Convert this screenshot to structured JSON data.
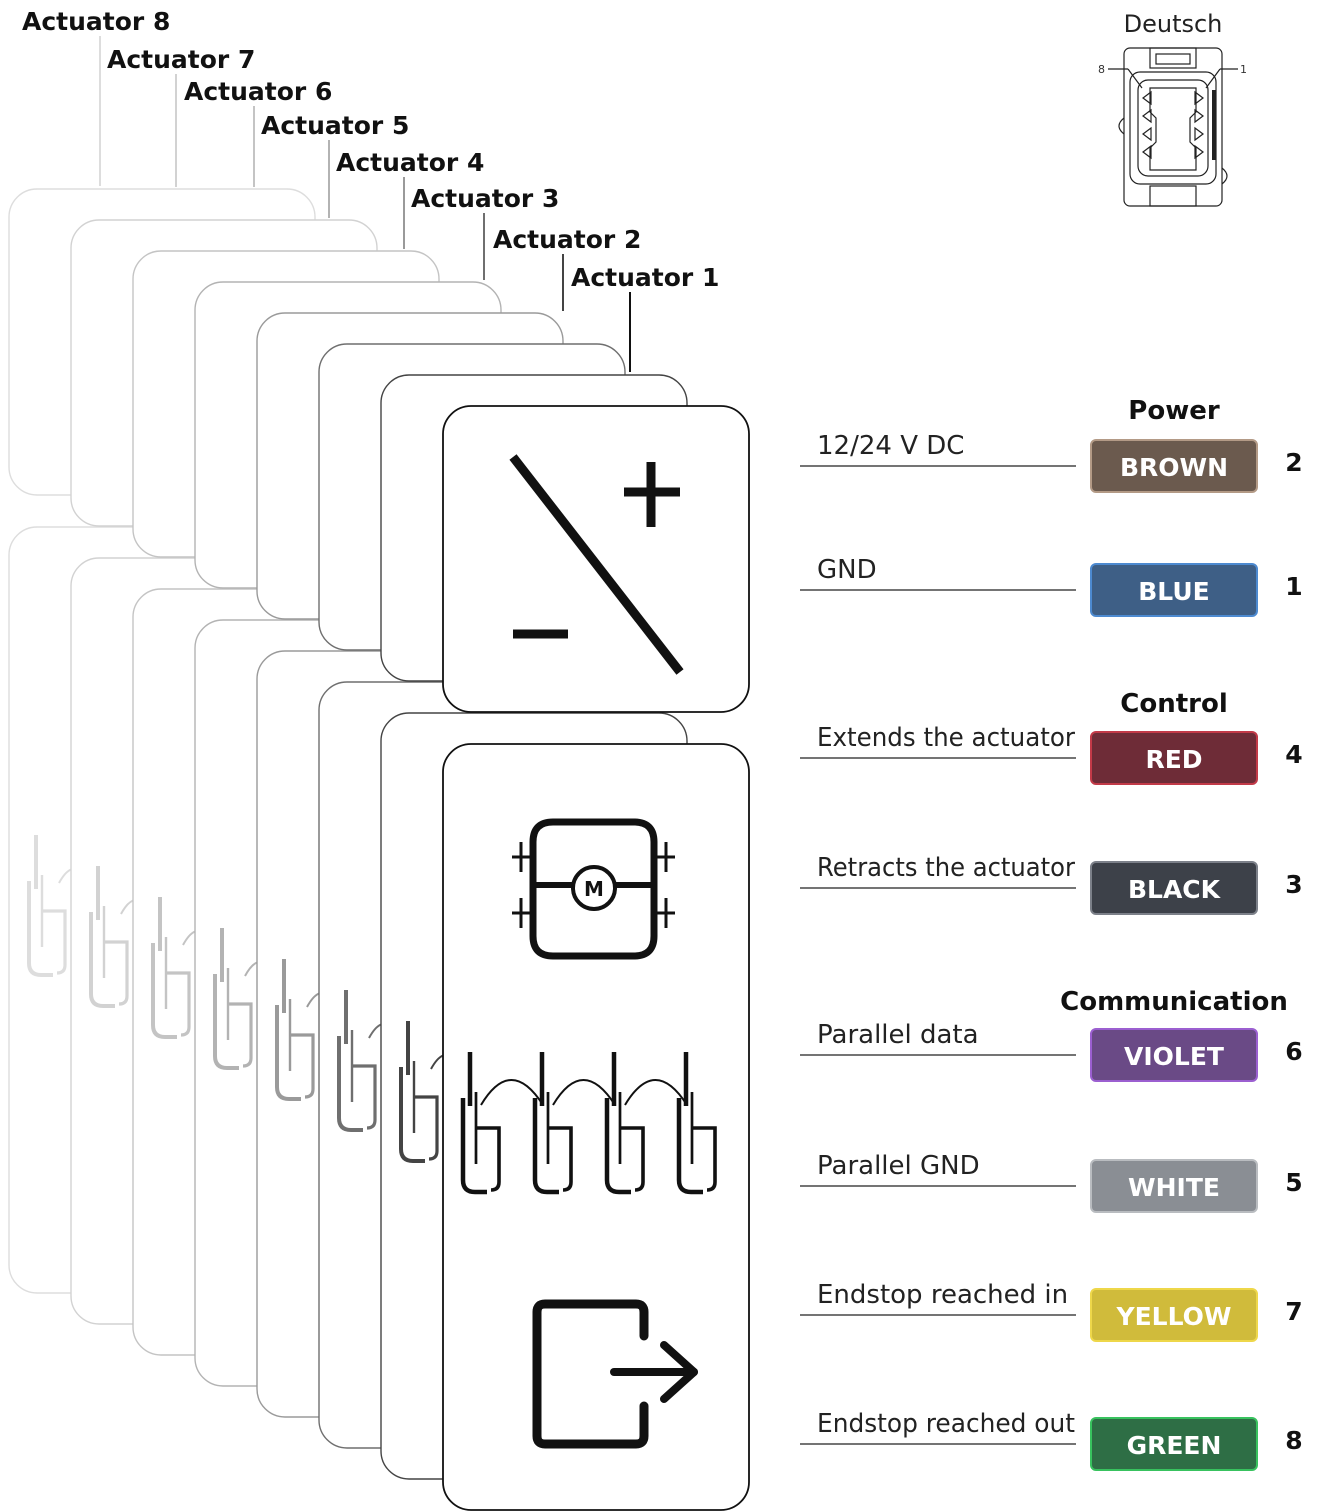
{
  "connector": {
    "label": "Deutsch",
    "pin_low": "8",
    "pin_high": "1"
  },
  "actuators": [
    {
      "label": "Actuator 8",
      "shade": "#dddddd"
    },
    {
      "label": "Actuator 7",
      "shade": "#d2d2d2"
    },
    {
      "label": "Actuator 6",
      "shade": "#c4c4c4"
    },
    {
      "label": "Actuator 5",
      "shade": "#b3b3b3"
    },
    {
      "label": "Actuator 4",
      "shade": "#9a9a9a"
    },
    {
      "label": "Actuator 3",
      "shade": "#6f6f6f"
    },
    {
      "label": "Actuator 2",
      "shade": "#444444"
    },
    {
      "label": "Actuator 1",
      "shade": "#111111"
    }
  ],
  "icons": {
    "motor_letter": "M",
    "panel_top": "power-polarity-icon",
    "panel_bottom": [
      "motor-icon",
      "parallel-actuators-icon",
      "exit-arrow-icon"
    ]
  },
  "groups": [
    {
      "title": "Power",
      "wires": [
        {
          "signal": "12/24 V DC",
          "color_name": "BROWN",
          "color": "#6b5a4e",
          "border": "#b39a86",
          "pin": "2"
        },
        {
          "signal": "GND",
          "color_name": "BLUE",
          "color": "#3e5f86",
          "border": "#4d8ad0",
          "pin": "1"
        }
      ]
    },
    {
      "title": "Control",
      "wires": [
        {
          "signal": "Extends the actuator",
          "color_name": "RED",
          "color": "#6e2c37",
          "border": "#c23a48",
          "pin": "4"
        },
        {
          "signal": "Retracts the actuator",
          "color_name": "BLACK",
          "color": "#3d4149",
          "border": "#7c8089",
          "pin": "3"
        }
      ]
    },
    {
      "title": "Communication",
      "wires": [
        {
          "signal": "Parallel data",
          "color_name": "VIOLET",
          "color": "#6a4a86",
          "border": "#9b5fd0",
          "pin": "6"
        },
        {
          "signal": "Parallel GND",
          "color_name": "WHITE",
          "color": "#8a8e94",
          "border": "#b9bcc0",
          "pin": "5"
        },
        {
          "signal": "Endstop reached in",
          "color_name": "YELLOW",
          "color": "#d0bb3b",
          "border": "#eed74a",
          "pin": "7"
        },
        {
          "signal": "Endstop reached out",
          "color_name": "GREEN",
          "color": "#2e6e45",
          "border": "#38c25e",
          "pin": "8"
        }
      ]
    }
  ]
}
